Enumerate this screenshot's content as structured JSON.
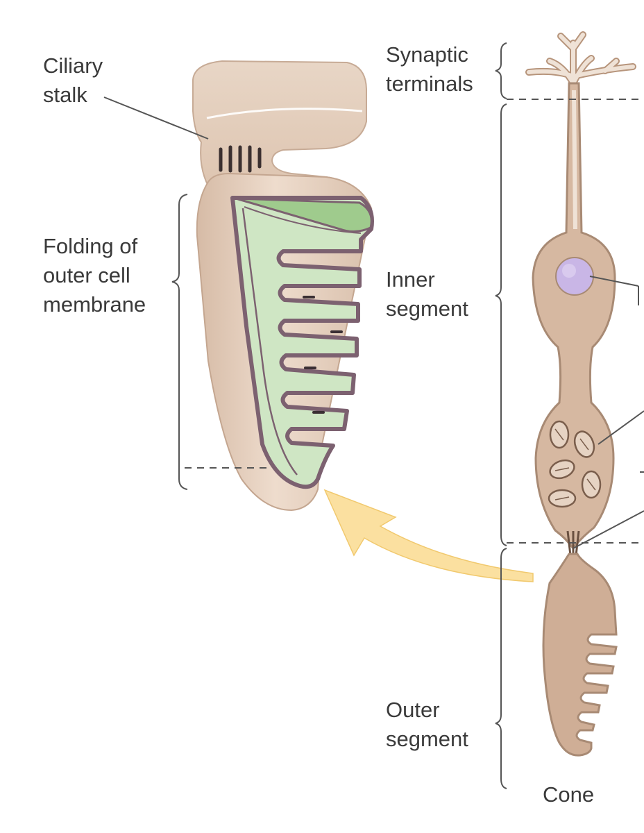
{
  "labels": {
    "ciliary_stalk": [
      "Ciliary",
      "stalk"
    ],
    "folding": [
      "Folding of",
      "outer cell",
      "membrane"
    ],
    "synaptic_terminals": [
      "Synaptic",
      "terminals"
    ],
    "inner_segment": [
      "Inner",
      "segment"
    ],
    "outer_segment": [
      "Outer",
      "segment"
    ],
    "cell_name": "Cone"
  },
  "colors": {
    "cell_fill": "#e3cdbb",
    "cell_fill_dark": "#d2b49d",
    "cone_fill": "#cfae96",
    "cone_outline": "#a88a74",
    "membrane_green": "#cfe6c4",
    "membrane_green_dark": "#9fcb8d",
    "membrane_outline": "#8a6f7c",
    "nucleus": "#c9b6e6",
    "arrow": "#fbe0a0",
    "bracket": "#555555"
  }
}
